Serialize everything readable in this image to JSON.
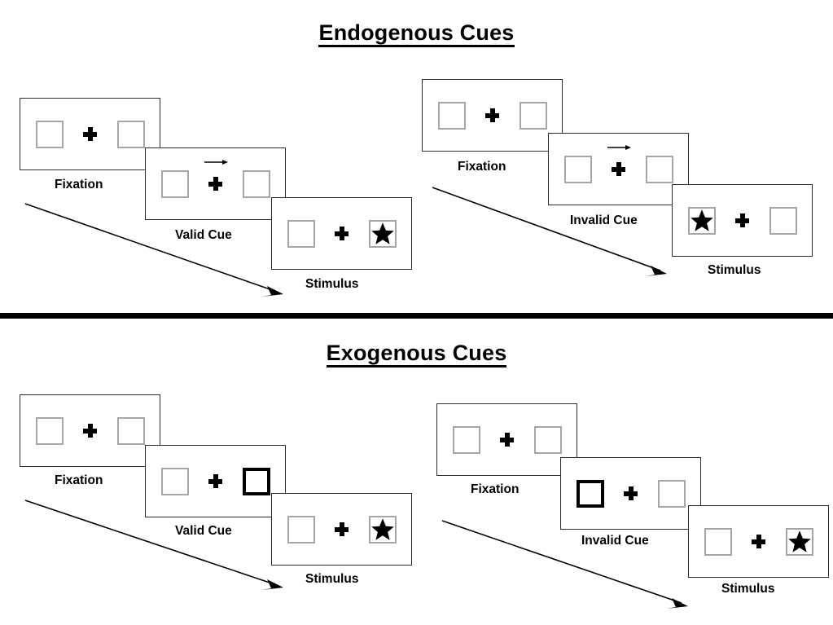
{
  "figure": {
    "title_endogenous": "Endogenous Cues",
    "title_exogenous": "Exogenous Cues"
  },
  "sections": [
    {
      "id": "endogenous",
      "title": "Endogenous Cues",
      "sequences": [
        {
          "id": "endogenous-valid",
          "condition": "valid",
          "frames": [
            {
              "caption": "Fixation",
              "cue_type": "none",
              "left_box": "empty",
              "right_box": "empty",
              "arrow": "none"
            },
            {
              "caption": "Valid Cue",
              "cue_type": "arrow",
              "left_box": "empty",
              "right_box": "empty",
              "arrow": "right"
            },
            {
              "caption": "Stimulus",
              "cue_type": "none",
              "left_box": "empty",
              "right_box": "star",
              "arrow": "none"
            }
          ]
        },
        {
          "id": "endogenous-invalid",
          "condition": "invalid",
          "frames": [
            {
              "caption": "Fixation",
              "cue_type": "none",
              "left_box": "empty",
              "right_box": "empty",
              "arrow": "none"
            },
            {
              "caption": "Invalid Cue",
              "cue_type": "arrow",
              "left_box": "empty",
              "right_box": "empty",
              "arrow": "right"
            },
            {
              "caption": "Stimulus",
              "cue_type": "none",
              "left_box": "star",
              "right_box": "empty",
              "arrow": "none"
            }
          ]
        }
      ]
    },
    {
      "id": "exogenous",
      "title": "Exogenous Cues",
      "sequences": [
        {
          "id": "exogenous-valid",
          "condition": "valid",
          "frames": [
            {
              "caption": "Fixation",
              "cue_type": "none",
              "left_box": "empty",
              "right_box": "empty",
              "arrow": "none"
            },
            {
              "caption": "Valid Cue",
              "cue_type": "highlight",
              "left_box": "empty",
              "right_box": "cued",
              "arrow": "none"
            },
            {
              "caption": "Stimulus",
              "cue_type": "none",
              "left_box": "empty",
              "right_box": "star",
              "arrow": "none"
            }
          ]
        },
        {
          "id": "exogenous-invalid",
          "condition": "invalid",
          "frames": [
            {
              "caption": "Fixation",
              "cue_type": "none",
              "left_box": "empty",
              "right_box": "empty",
              "arrow": "none"
            },
            {
              "caption": "Invalid Cue",
              "cue_type": "highlight",
              "left_box": "cued",
              "right_box": "empty",
              "arrow": "none"
            },
            {
              "caption": "Stimulus",
              "cue_type": "none",
              "left_box": "empty",
              "right_box": "star",
              "arrow": "none"
            }
          ]
        }
      ]
    }
  ],
  "captions": {
    "endo_valid_fixation": "Fixation",
    "endo_valid_cue": "Valid Cue",
    "endo_valid_stimulus": "Stimulus",
    "endo_invalid_fixation": "Fixation",
    "endo_invalid_cue": "Invalid Cue",
    "endo_invalid_stimulus": "Stimulus",
    "exo_valid_fixation": "Fixation",
    "exo_valid_cue": "Valid Cue",
    "exo_valid_stimulus": "Stimulus",
    "exo_invalid_fixation": "Fixation",
    "exo_invalid_cue": "Invalid Cue",
    "exo_invalid_stimulus": "Stimulus"
  },
  "colors": {
    "background": "#ffffff",
    "panel_border": "#2b2b2b",
    "box_border": "#a6a6a6",
    "cued_box_border": "#000000",
    "ink": "#000000",
    "divider": "#000000"
  },
  "icons": {
    "fixation_cross": "plus-icon",
    "target": "star-icon",
    "direction_cue": "arrow-right-icon",
    "flow": "arrow-diagonal-icon"
  }
}
